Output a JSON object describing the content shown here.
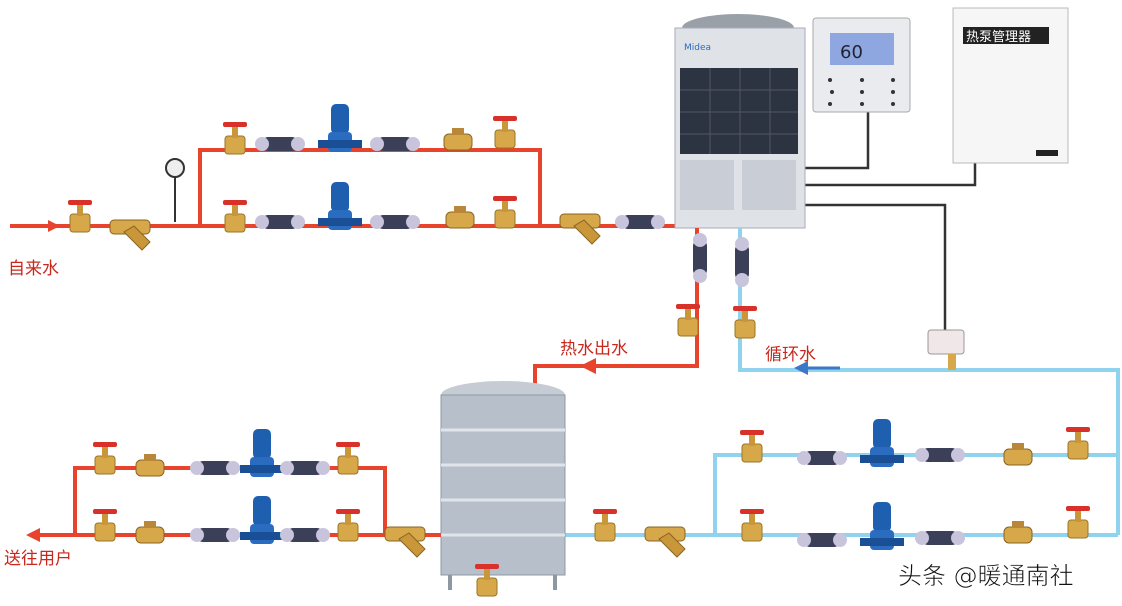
{
  "labels": {
    "inlet": "自来水",
    "hot_water_out": "热水出水",
    "circulation": "循环水",
    "to_users": "送往用户"
  },
  "heat_pump_unit": {
    "brand": "Midea"
  },
  "controller": {
    "display_value": "60"
  },
  "control_panel": {
    "title": "热泵管理器"
  },
  "watermark": "头条 @暖通南社",
  "colors": {
    "hot_pipe": "#e8432c",
    "cold_pipe": "#8fd3ef",
    "arrow_blue": "#3a78c8",
    "pump": "#1f5fb0",
    "valve_body": "#d7a84a",
    "valve_handle": "#d8312a"
  }
}
